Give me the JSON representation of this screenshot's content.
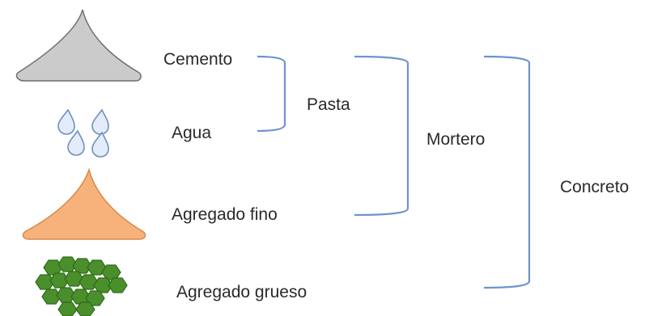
{
  "ingredients": {
    "cement": "Cemento",
    "water": "Agua",
    "fine_aggregate": "Agregado fino",
    "coarse_aggregate": "Agregado grueso"
  },
  "groups": {
    "paste": "Pasta",
    "mortar": "Mortero",
    "concrete": "Concreto"
  },
  "colors": {
    "cement": "#cbcbcb",
    "water_drop": "#e3ecf8",
    "water_outline": "#6f8fc3",
    "fine_aggregate": "#f6b27a",
    "coarse_aggregate": "#4a8f2c",
    "bracket": "#6f93cf"
  }
}
